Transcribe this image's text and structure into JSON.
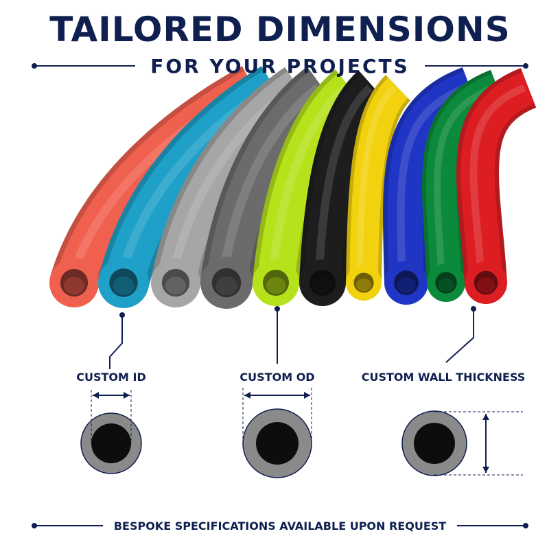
{
  "header": {
    "title": "TAILORED DIMENSIONS",
    "subtitle": "FOR YOUR PROJECTS"
  },
  "colors": {
    "navy": "#0f1f4f",
    "tube_gray_ring": "#8a8a8a",
    "tube_bore": "#0d0d0d"
  },
  "tubes": [
    {
      "name": "coral",
      "color": "#f0604f"
    },
    {
      "name": "sky-blue",
      "color": "#1fa0c8"
    },
    {
      "name": "light-gray",
      "color": "#a6a6a6"
    },
    {
      "name": "dark-gray",
      "color": "#6b6b6b"
    },
    {
      "name": "lime",
      "color": "#b6e21c"
    },
    {
      "name": "black",
      "color": "#1d1d1d"
    },
    {
      "name": "yellow",
      "color": "#f2d20f"
    },
    {
      "name": "blue",
      "color": "#1f36c4"
    },
    {
      "name": "green",
      "color": "#0b8a3b"
    },
    {
      "name": "red",
      "color": "#dc1e23"
    }
  ],
  "callouts": {
    "id_label": "CUSTOM ID",
    "od_label": "CUSTOM OD",
    "wall_label": "CUSTOM WALL THICKNESS"
  },
  "footer": {
    "text": "BESPOKE SPECIFICATIONS AVAILABLE UPON REQUEST"
  }
}
